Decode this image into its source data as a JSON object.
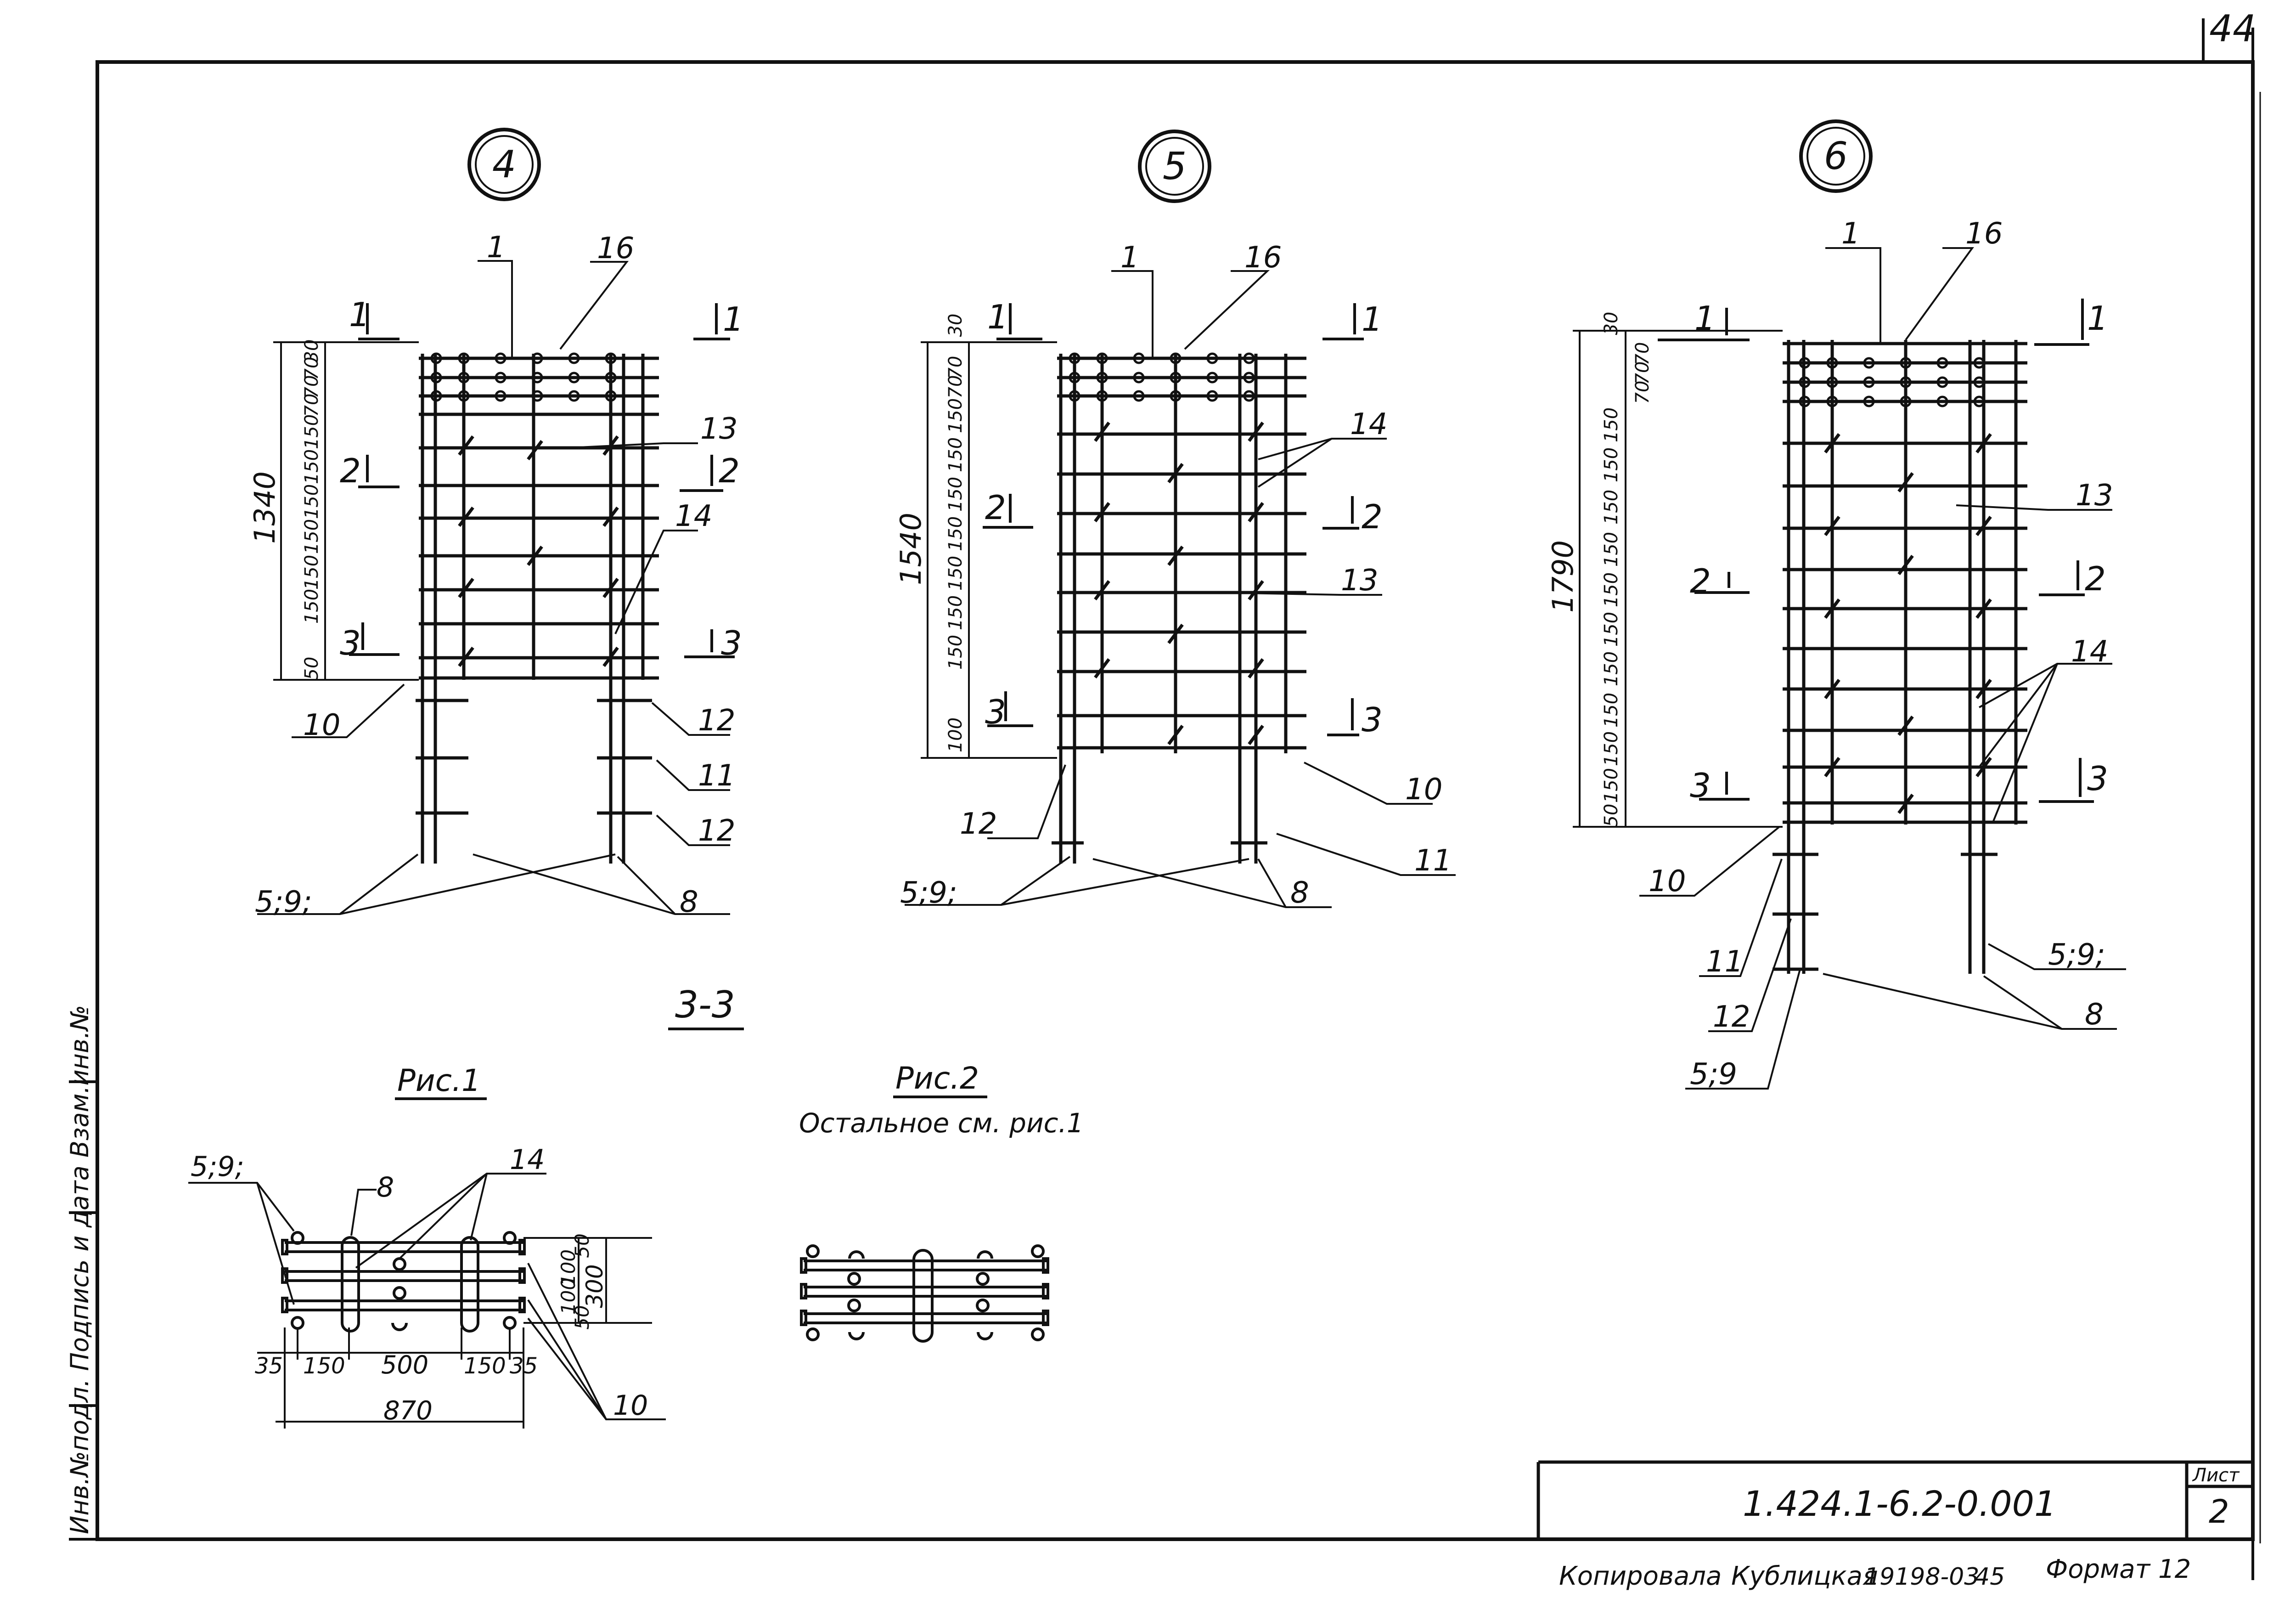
{
  "page_number": "44",
  "views": [
    {
      "id": "4",
      "section_top": "1",
      "section_mid": "2",
      "section_low": "3",
      "total_height": "1340",
      "dims": [
        "30",
        "70",
        "70",
        "70",
        "150",
        "150",
        "150",
        "150",
        "150",
        "150",
        "50"
      ],
      "callouts": [
        "1",
        "16",
        "13",
        "14",
        "10",
        "12",
        "11",
        "12",
        "5;9;",
        "8"
      ]
    },
    {
      "id": "5",
      "section_top": "1",
      "section_mid": "2",
      "section_low": "3",
      "total_height": "1540",
      "dims": [
        "30",
        "70",
        "70",
        "150",
        "150",
        "150",
        "150",
        "150",
        "150",
        "150",
        "100"
      ],
      "callouts": [
        "1",
        "16",
        "14",
        "13",
        "10",
        "12",
        "11",
        "5;9;",
        "8"
      ]
    },
    {
      "id": "6",
      "section_top": "1",
      "section_mid": "2",
      "section_low": "3",
      "total_height": "1790",
      "dims": [
        "30",
        "70",
        "70",
        "70",
        "150",
        "150",
        "150",
        "150",
        "150",
        "150",
        "150",
        "150",
        "150",
        "150",
        "50"
      ],
      "callouts": [
        "1",
        "16",
        "13",
        "14",
        "10",
        "11",
        "12",
        "5;9",
        "5;9;",
        "8"
      ]
    }
  ],
  "section_title": "3-3",
  "figure1": {
    "title": "Рис.1",
    "callouts": [
      "5;9;",
      "8",
      "14",
      "10"
    ],
    "dims_bottom": [
      "35",
      "150",
      "500",
      "150",
      "35"
    ],
    "total_width": "870",
    "dims_right": [
      "50",
      "100",
      "100",
      "50"
    ],
    "total_depth": "300"
  },
  "figure2": {
    "title": "Рис.2",
    "note": "Остальное см. рис.1"
  },
  "stamp": {
    "side_label": "Инв.№подл. Подпись и дата Взам.инв.№",
    "sheet_label": "Лист",
    "document_code": "1.424.1-6.2-0.001",
    "sheet_number": "2"
  },
  "footer": {
    "copied_by": "Копировала",
    "name": "Кублицкая",
    "order": "19198-03",
    "copy_no": "45",
    "format": "Формат 12"
  }
}
